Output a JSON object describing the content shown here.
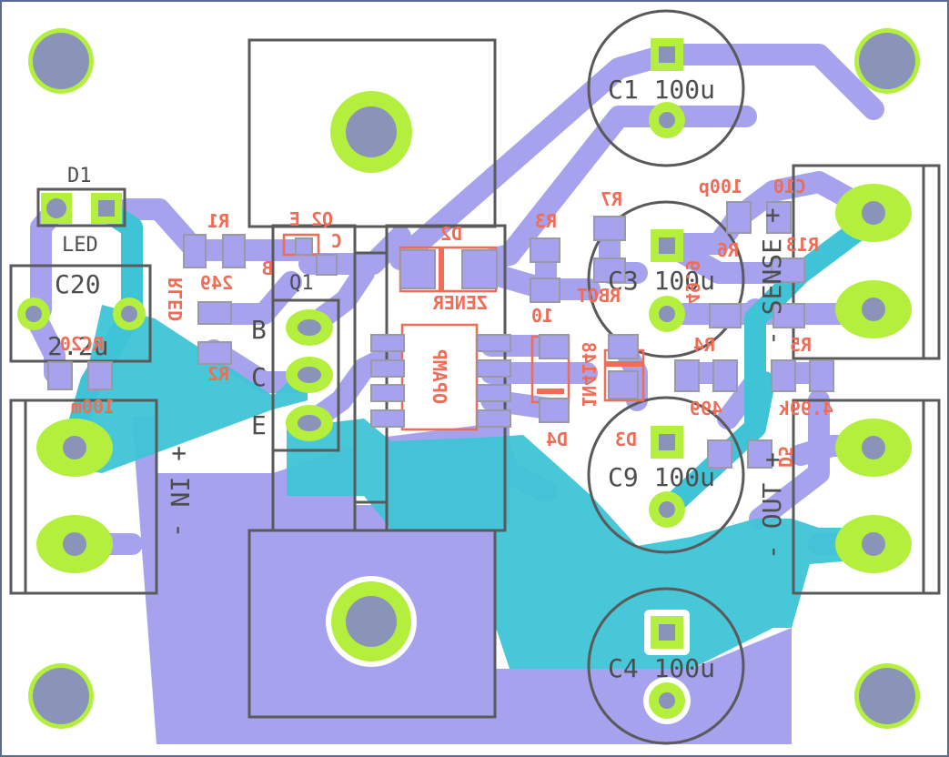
{
  "board": {
    "components": {
      "d1": {
        "ref": "D1",
        "value": "LED"
      },
      "c20": {
        "ref": "C20",
        "value": "2.2u"
      },
      "r1": {
        "ref": "R1",
        "value": "249"
      },
      "r2": {
        "ref": "R2",
        "value": "RLED"
      },
      "rc20": {
        "ref": "RC20",
        "value": "100m"
      },
      "q1": {
        "ref": "Q1",
        "pins": [
          "B",
          "C",
          "E"
        ],
        "corner_labels": [
          "Q2 E",
          "C",
          "B"
        ]
      },
      "d2": {
        "ref": "D2",
        "value": "ZENER"
      },
      "r3": {
        "ref": "R3",
        "value": "10"
      },
      "u1": {
        "value": "OPAMP"
      },
      "c1": {
        "label": "C1 100u"
      },
      "c3": {
        "label": "C3 100u"
      },
      "c9": {
        "label": "C9 100u"
      },
      "c4": {
        "label": "C4 100u"
      },
      "r7": {
        "ref": "R7",
        "value": "RBOT"
      },
      "r6": {
        "ref": "R6",
        "value": "49.9"
      },
      "c10": {
        "ref": "C10",
        "value": "100p"
      },
      "r4": {
        "ref": "R4",
        "value": "499"
      },
      "r5": {
        "ref": "R5",
        "value": "4.99k"
      },
      "d3": {
        "ref": "D3",
        "value": "1N4148"
      },
      "d4": {
        "ref": "D4"
      },
      "d5": {
        "ref": "D5"
      },
      "r13": {
        "ref": "R13"
      }
    },
    "connectors": {
      "sense": {
        "label": "- SENSE +"
      },
      "out": {
        "label": "- OUT +"
      },
      "in": {
        "label": "+ IN -"
      }
    },
    "colors": {
      "background": "#ffffff",
      "back_copper": "#a7a2ee",
      "front_copper": "#3ec4d6",
      "pad": "#b4ef3e",
      "drill": "#8a93b8",
      "silkscreen": "#5a5a5a",
      "back_silkscreen": "#ef6d57"
    }
  }
}
